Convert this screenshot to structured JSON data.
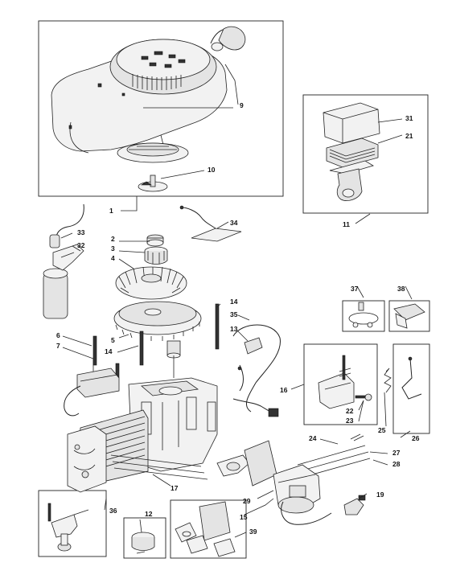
{
  "diagram": {
    "callouts": {
      "c1": "1",
      "c2": "2",
      "c3": "3",
      "c4": "4",
      "c5": "5",
      "c6": "6",
      "c7": "7",
      "c9": "9",
      "c10": "10",
      "c11": "11",
      "c12": "12",
      "c13": "13",
      "c14a": "14",
      "c14b": "14",
      "c15": "15",
      "c16": "16",
      "c17": "17",
      "c19": "19",
      "c21": "21",
      "c22": "22",
      "c23": "23",
      "c24": "24",
      "c25": "25",
      "c26": "26",
      "c27": "27",
      "c28": "28",
      "c29": "29",
      "c31": "31",
      "c32": "32",
      "c33": "33",
      "c34": "34",
      "c35": "35",
      "c36": "36",
      "c37": "37",
      "c38": "38",
      "c39": "39"
    }
  }
}
